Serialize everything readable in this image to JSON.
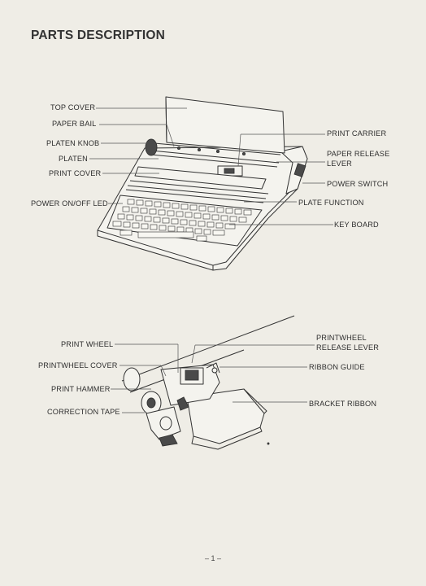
{
  "heading": "PARTS DESCRIPTION",
  "typewriter_labels": {
    "top_cover": "TOP COVER",
    "paper_bail": "PAPER BAIL",
    "platen_knob": "PLATEN KNOB",
    "platen": "PLATEN",
    "print_cover": "PRINT COVER",
    "power_led": "POWER ON/OFF LED",
    "print_carrier": "PRINT CARRIER",
    "paper_release_1": "PAPER RELEASE",
    "paper_release_2": "LEVER",
    "power_switch": "POWER SWITCH",
    "plate_function": "PLATE FUNCTION",
    "key_board": "KEY BOARD"
  },
  "carrier_labels": {
    "print_wheel": "PRINT WHEEL",
    "printwheel_cover": "PRINTWHEEL COVER",
    "print_hammer": "PRINT HAMMER",
    "correction_tape": "CORRECTION TAPE",
    "printwheel_release_1": "PRINTWHEEL",
    "printwheel_release_2": "RELEASE LEVER",
    "ribbon_guide": "RIBBON GUIDE",
    "bracket_ribbon": "BRACKET RIBBON"
  },
  "page_number": "– 1 –"
}
